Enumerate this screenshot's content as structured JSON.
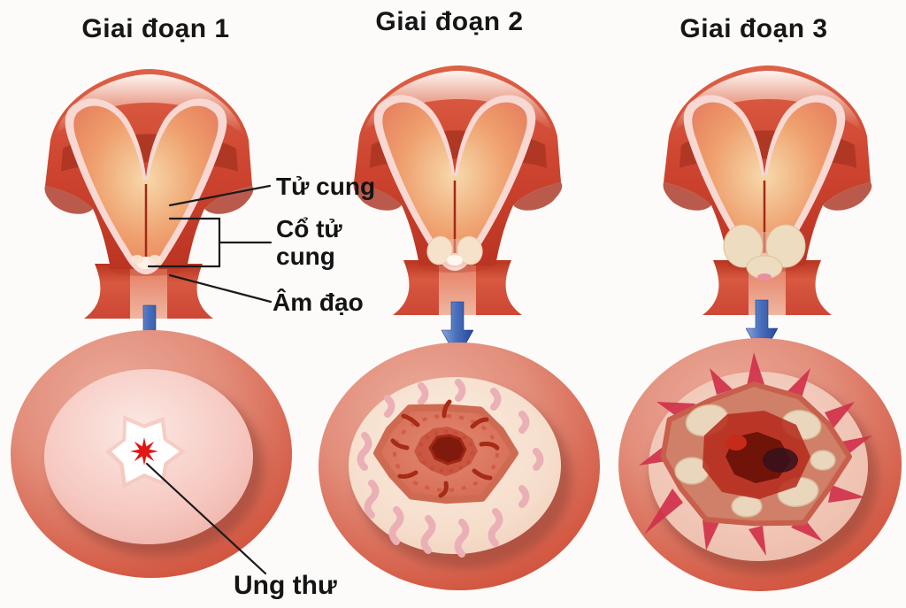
{
  "stages": [
    {
      "title": "Giai đoạn 1",
      "lesion_severity": "small"
    },
    {
      "title": "Giai đoạn 2",
      "lesion_severity": "medium"
    },
    {
      "title": "Giai đoạn 3",
      "lesion_severity": "large"
    }
  ],
  "anatomy_labels": {
    "uterus": "Tử cung",
    "cervix": "Cổ tử cung",
    "vagina": "Âm đạo",
    "cancer": "Ung thư"
  },
  "icons": [
    {
      "name": "down-arrow-icon",
      "color": "#2f57a8"
    }
  ],
  "colors": {
    "background": "#fcfbf9",
    "text": "#161616",
    "tissue_red_dark": "#b93322",
    "tissue_red": "#d4503a",
    "tissue_salmon": "#e98a70",
    "tissue_pale_pink": "#f7d8d2",
    "tissue_cream": "#f6e2ca",
    "lesion_red": "#e31515",
    "lesion_maroon": "#701309",
    "arrow_blue": "#2f57a8"
  }
}
